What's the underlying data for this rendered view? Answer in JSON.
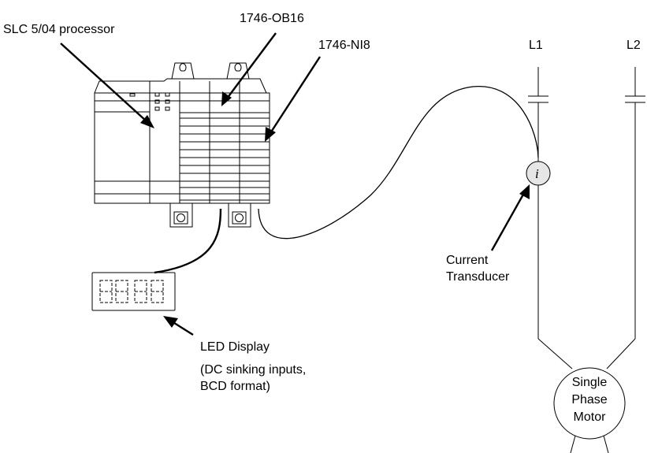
{
  "labels": {
    "processor": "SLC 5/04 processor",
    "ob16": "1746-OB16",
    "ni8": "1746-NI8",
    "l1": "L1",
    "l2": "L2",
    "transducer_symbol": "i",
    "transducer_line1": "Current",
    "transducer_line2": "Transducer",
    "led_display": "LED Display",
    "led_note_line1": "(DC sinking inputs,",
    "led_note_line2": "BCD format)",
    "motor_line1": "Single",
    "motor_line2": "Phase",
    "motor_line3": "Motor"
  },
  "colors": {
    "ink": "#000000",
    "background": "#ffffff",
    "transducer_fill": "#e6e6e6"
  }
}
